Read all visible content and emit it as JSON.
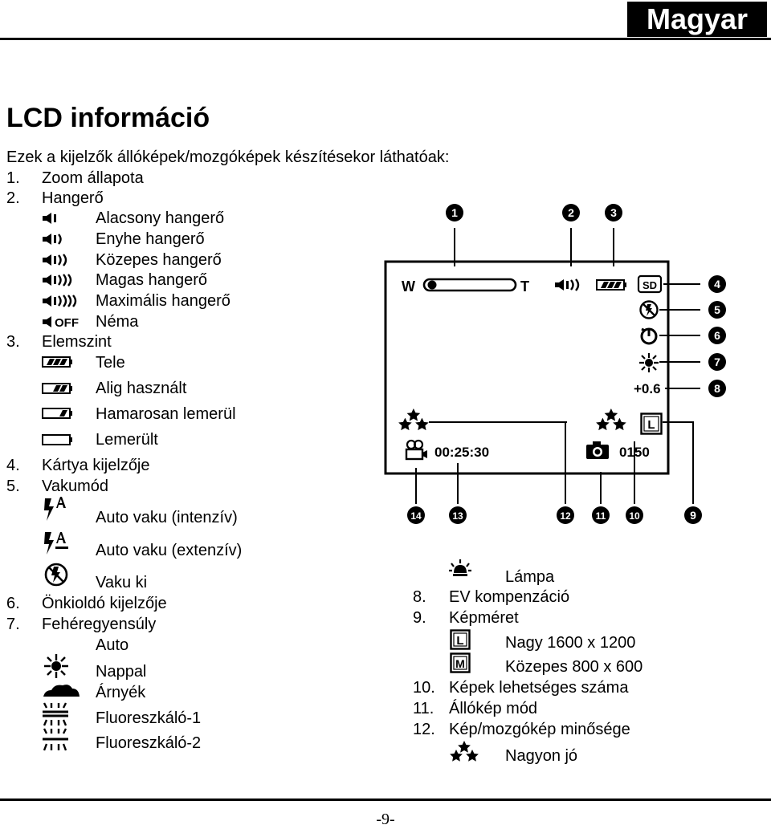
{
  "header": {
    "language": "Magyar"
  },
  "page": {
    "title": "LCD információ",
    "intro": "Ezek a kijelzők állóképek/mozgóképek készítésekor láthatóak:",
    "page_number": "-9-"
  },
  "left_list": {
    "item1": {
      "num": "1.",
      "label": "Zoom állapota"
    },
    "item2": {
      "num": "2.",
      "label": "Hangerő",
      "subs": [
        "Alacsony hangerő",
        "Enyhe hangerő",
        "Közepes hangerő",
        "Magas hangerő",
        "Maximális hangerő",
        "Néma"
      ],
      "mute_glyph": "OFF"
    },
    "item3": {
      "num": "3.",
      "label": "Elemszint",
      "subs": [
        "Tele",
        "Alig használt",
        "Hamarosan lemerül",
        "Lemerült"
      ]
    },
    "item4": {
      "num": "4.",
      "label": "Kártya kijelzője"
    },
    "item5": {
      "num": "5.",
      "label": "Vakumód",
      "subs": [
        "Auto vaku (intenzív)",
        "Auto vaku (extenzív)",
        "Vaku ki"
      ]
    },
    "item6": {
      "num": "6.",
      "label": "Önkioldó kijelzője"
    },
    "item7": {
      "num": "7.",
      "label": "Fehéregyensúly",
      "subs": [
        "Auto",
        "Nappal",
        "Árnyék",
        "Fluoreszkáló-1",
        "Fluoreszkáló-2"
      ]
    }
  },
  "right_list": {
    "lamp": "Lámpa",
    "item8": {
      "num": "8.",
      "label": "EV kompenzáció"
    },
    "item9": {
      "num": "9.",
      "label": "Képméret",
      "subs": [
        "Nagy 1600 x 1200",
        "Közepes 800 x 600"
      ]
    },
    "item10": {
      "num": "10.",
      "label": "Képek lehetséges száma"
    },
    "item11": {
      "num": "11.",
      "label": "Állókép mód"
    },
    "item12": {
      "num": "12.",
      "label": "Kép/mozgókép minősége",
      "subs": [
        "Nagyon jó"
      ]
    }
  },
  "lcd": {
    "zoom_w": "W",
    "zoom_t": "T",
    "card": "SD",
    "ev": "+0.6",
    "timer_text": "00:25:30",
    "shots": "0150",
    "size_letter": "L",
    "size_letter_m": "M",
    "callouts": [
      "1",
      "2",
      "3",
      "4",
      "5",
      "6",
      "7",
      "8",
      "9",
      "10",
      "11",
      "12",
      "13",
      "14"
    ]
  }
}
